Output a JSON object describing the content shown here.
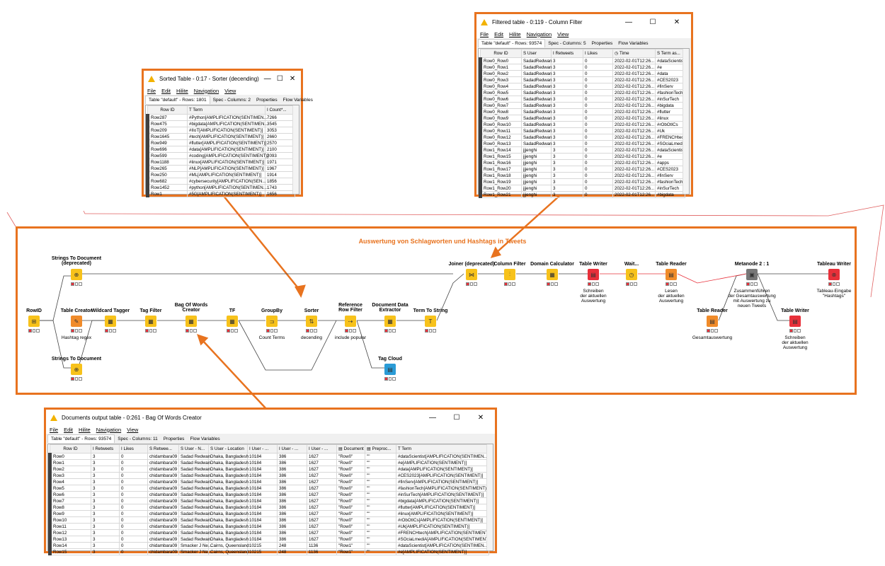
{
  "colors": {
    "accent": "#e8731f",
    "warn": "#f2b200",
    "dark_bar": "#404040",
    "link_red": "#e8303a"
  },
  "menu": [
    "File",
    "Edit",
    "Hilite",
    "Navigation",
    "View"
  ],
  "menu2": [
    "File",
    "Edit",
    "Hilite",
    "Navigation",
    "View"
  ],
  "menu3": [
    "File",
    "Edit",
    "Hilite",
    "Navigation",
    "View"
  ],
  "sorted": {
    "title": "Sorted Table - 0:17 - Sorter (decending)",
    "tabs": [
      "Table \"default\" - Rows: 1801",
      "Spec - Columns: 2",
      "Properties",
      "Flow Variables"
    ],
    "headers": [
      "Row ID",
      "Term",
      "Count*..."
    ],
    "rows": [
      [
        "Row287",
        "#Python[AMPLIFICATION(SENTIMEN...",
        "7266"
      ],
      [
        "Row475",
        "#bigdata[AMPLIFICATION(SENTIMEN...",
        "3545"
      ],
      [
        "Row209",
        "#IIoT[AMPLIFICATION(SENTIMENT)]",
        "3053"
      ],
      [
        "Row1645",
        "#tech[AMPLIFICATION(SENTIMENT)]",
        "2660"
      ],
      [
        "Row949",
        "#flutter[AMPLIFICATION(SENTIMENT)]",
        "2570"
      ],
      [
        "Row696",
        "#data[AMPLIFICATION(SENTIMENT)]",
        "2100"
      ],
      [
        "Row599",
        "#coding[AMPLIFICATION(SENTIMENT)]",
        "2093"
      ],
      [
        "Row1188",
        "#linux[AMPLIFICATION(SENTIMENT)]",
        "1971"
      ],
      [
        "Row265",
        "#NLP[AMPLIFICATION(SENTIMENT)]",
        "1967"
      ],
      [
        "Row250",
        "#ML[AMPLIFICATION(SENTIMENT)]",
        "1914"
      ],
      [
        "Row682",
        "#cybersecurity[AMPLIFICATION(SEN...",
        "1856"
      ],
      [
        "Row1452",
        "#python[AMPLIFICATION(SENTIMEN...",
        "1743"
      ],
      [
        "Row1",
        "#5G[AMPLIFICATION(SENTIMENT)]",
        "1656"
      ]
    ]
  },
  "filtered": {
    "title": "Filtered table - 0:119 - Column Filter",
    "tabs": [
      "Table \"default\" - Rows: 93574",
      "Spec - Columns: 5",
      "Properties",
      "Flow Variables"
    ],
    "headers": [
      "Row ID",
      "User",
      "Retweets",
      "Likes",
      "Time",
      "Term as..."
    ],
    "rows": [
      [
        "Row0_Row0",
        "SadadRedwan",
        "3",
        "0",
        "2022-02-01T12:26...",
        "#dataScientist"
      ],
      [
        "Row0_Row1",
        "SadadRedwan",
        "3",
        "0",
        "2022-02-01T12:26...",
        "#e"
      ],
      [
        "Row0_Row2",
        "SadadRedwan",
        "3",
        "0",
        "2022-02-01T12:26...",
        "#data"
      ],
      [
        "Row0_Row3",
        "SadadRedwan",
        "3",
        "0",
        "2022-02-01T12:26...",
        "#CES2023"
      ],
      [
        "Row0_Row4",
        "SadadRedwan",
        "3",
        "0",
        "2022-02-01T12:26...",
        "#finServ"
      ],
      [
        "Row0_Row5",
        "SadadRedwan",
        "3",
        "0",
        "2022-02-01T12:26...",
        "#fashionTech"
      ],
      [
        "Row0_Row6",
        "SadadRedwan",
        "3",
        "0",
        "2022-02-01T12:26...",
        "#inSurTech"
      ],
      [
        "Row0_Row7",
        "SadadRedwan",
        "3",
        "0",
        "2022-02-01T12:26...",
        "#bigdata"
      ],
      [
        "Row0_Row8",
        "SadadRedwan",
        "3",
        "0",
        "2022-02-01T12:26...",
        "#flutter"
      ],
      [
        "Row0_Row9",
        "SadadRedwan",
        "3",
        "0",
        "2022-02-01T12:26...",
        "#linux"
      ],
      [
        "Row0_Row10",
        "SadadRedwan",
        "3",
        "0",
        "2022-02-01T12:26...",
        "#rObOtICs"
      ],
      [
        "Row0_Row11",
        "SadadRedwan",
        "3",
        "0",
        "2022-02-01T12:26...",
        "#Uk"
      ],
      [
        "Row0_Row12",
        "SadadRedwan",
        "3",
        "0",
        "2022-02-01T12:26...",
        "#FRENCHtech"
      ],
      [
        "Row0_Row13",
        "SadadRedwan",
        "3",
        "0",
        "2022-02-01T12:26...",
        "#SOciaLmediA"
      ],
      [
        "Row1_Row14",
        "jjjenghi",
        "3",
        "0",
        "2022-02-01T12:26...",
        "#dataScientist"
      ],
      [
        "Row1_Row15",
        "jjjenghi",
        "3",
        "0",
        "2022-02-01T12:26...",
        "#e"
      ],
      [
        "Row1_Row16",
        "jjjenghi",
        "3",
        "0",
        "2022-02-01T12:26...",
        "#apps"
      ],
      [
        "Row1_Row17",
        "jjjenghi",
        "3",
        "0",
        "2022-02-01T12:26...",
        "#CES2023"
      ],
      [
        "Row1_Row18",
        "jjjenghi",
        "3",
        "0",
        "2022-02-01T12:26...",
        "#finServ"
      ],
      [
        "Row1_Row19",
        "jjjenghi",
        "3",
        "0",
        "2022-02-01T12:26...",
        "#fashionTech"
      ],
      [
        "Row1_Row20",
        "jjjenghi",
        "3",
        "0",
        "2022-02-01T12:26...",
        "#inSurTech"
      ],
      [
        "Row1_Row21",
        "jjjenghi",
        "3",
        "0",
        "2022-02-01T12:26...",
        "#bigdata"
      ]
    ]
  },
  "docs": {
    "title": "Documents output table - 0:261 - Bag Of Words Creator",
    "tabs": [
      "Table \"default\" - Rows: 93574",
      "Spec - Columns: 11",
      "Properties",
      "Flow Variables"
    ],
    "headers": [
      "Row ID",
      "Retweets",
      "Likes",
      "Retwee...",
      "User - N...",
      "User - Location",
      "User - ...",
      "User - ...",
      "User - ...",
      "Document",
      "Preproc...",
      "Term"
    ],
    "rows": [
      [
        "Row0",
        "3",
        "0",
        "chidambara09",
        "Sadad Redwan",
        "Dhaka, Bangladesh",
        "10184",
        "386",
        "1627",
        "\"Row0\"",
        "\"\"",
        "#dataScientist[AMPLIFICATION(SENTIMEN..."
      ],
      [
        "Row1",
        "3",
        "0",
        "chidambara09",
        "Sadad Redwan",
        "Dhaka, Bangladesh",
        "10184",
        "386",
        "1627",
        "\"Row0\"",
        "\"\"",
        "#e[AMPLIFICATION(SENTIMENT)]"
      ],
      [
        "Row2",
        "3",
        "0",
        "chidambara09",
        "Sadad Redwan",
        "Dhaka, Bangladesh",
        "10184",
        "386",
        "1627",
        "\"Row0\"",
        "\"\"",
        "#data[AMPLIFICATION(SENTIMENT)]"
      ],
      [
        "Row3",
        "3",
        "0",
        "chidambara09",
        "Sadad Redwan",
        "Dhaka, Bangladesh",
        "10184",
        "386",
        "1627",
        "\"Row0\"",
        "\"\"",
        "#CES2023[AMPLIFICATION(SENTIMENT)]"
      ],
      [
        "Row4",
        "3",
        "0",
        "chidambara09",
        "Sadad Redwan",
        "Dhaka, Bangladesh",
        "10184",
        "386",
        "1627",
        "\"Row0\"",
        "\"\"",
        "#finServ[AMPLIFICATION(SENTIMENT)]"
      ],
      [
        "Row5",
        "3",
        "0",
        "chidambara09",
        "Sadad Redwan",
        "Dhaka, Bangladesh",
        "10184",
        "386",
        "1627",
        "\"Row0\"",
        "\"\"",
        "#fashionTech[AMPLIFICATION(SENTIMENT)]"
      ],
      [
        "Row6",
        "3",
        "0",
        "chidambara09",
        "Sadad Redwan",
        "Dhaka, Bangladesh",
        "10184",
        "386",
        "1627",
        "\"Row0\"",
        "\"\"",
        "#inSurTech[AMPLIFICATION(SENTIMENT)]"
      ],
      [
        "Row7",
        "3",
        "0",
        "chidambara09",
        "Sadad Redwan",
        "Dhaka, Bangladesh",
        "10184",
        "386",
        "1627",
        "\"Row0\"",
        "\"\"",
        "#bigdata[AMPLIFICATION(SENTIMENT)]"
      ],
      [
        "Row8",
        "3",
        "0",
        "chidambara09",
        "Sadad Redwan",
        "Dhaka, Bangladesh",
        "10184",
        "386",
        "1627",
        "\"Row0\"",
        "\"\"",
        "#flutter[AMPLIFICATION(SENTIMENT)]"
      ],
      [
        "Row9",
        "3",
        "0",
        "chidambara09",
        "Sadad Redwan",
        "Dhaka, Bangladesh",
        "10184",
        "386",
        "1627",
        "\"Row0\"",
        "\"\"",
        "#linux[AMPLIFICATION(SENTIMENT)]"
      ],
      [
        "Row10",
        "3",
        "0",
        "chidambara09",
        "Sadad Redwan",
        "Dhaka, Bangladesh",
        "10184",
        "386",
        "1627",
        "\"Row0\"",
        "\"\"",
        "#rObOtICs[AMPLIFICATION(SENTIMENT)]"
      ],
      [
        "Row11",
        "3",
        "0",
        "chidambara09",
        "Sadad Redwan",
        "Dhaka, Bangladesh",
        "10184",
        "386",
        "1627",
        "\"Row0\"",
        "\"\"",
        "#Uk[AMPLIFICATION(SENTIMENT)]"
      ],
      [
        "Row12",
        "3",
        "0",
        "chidambara09",
        "Sadad Redwan",
        "Dhaka, Bangladesh",
        "10184",
        "386",
        "1627",
        "\"Row0\"",
        "\"\"",
        "#FRENCHtech[AMPLIFICATION(SENTIMENT)]"
      ],
      [
        "Row13",
        "3",
        "0",
        "chidambara09",
        "Sadad Redwan",
        "Dhaka, Bangladesh",
        "10184",
        "386",
        "1627",
        "\"Row0\"",
        "\"\"",
        "#SOciaLmediA[AMPLIFICATION(SENTIMENT)]"
      ],
      [
        "Row14",
        "3",
        "0",
        "chidambara09",
        "Smacker J Ne...",
        "Cairns, Queensland",
        "10215",
        "248",
        "1136",
        "\"Row1\"",
        "\"\"",
        "#dataScientist[AMPLIFICATION(SENTIMEN..."
      ],
      [
        "Row15",
        "3",
        "0",
        "chidambara09",
        "Smacker J Ne...",
        "Cairns, Queensland",
        "10215",
        "248",
        "1136",
        "\"Row1\"",
        "\"\"",
        "#e[AMPLIFICATION(SENTIMENT)]"
      ]
    ]
  },
  "workflow": {
    "title": "Auswertung von Schlagworten und Hashtags in Tweets",
    "nodes": [
      {
        "id": "rowid",
        "label": "RowID",
        "comment": ""
      },
      {
        "id": "s2d1",
        "label": "Strings To Document\n(deprecated)",
        "comment": ""
      },
      {
        "id": "tc",
        "label": "Table Creator",
        "comment": "Hashtag regex"
      },
      {
        "id": "wt",
        "label": "Wildcard Tagger",
        "comment": ""
      },
      {
        "id": "s2d2",
        "label": "Strings To Document",
        "comment": ""
      },
      {
        "id": "tf1",
        "label": "Tag Filter",
        "comment": ""
      },
      {
        "id": "bow",
        "label": "Bag Of Words\nCreator",
        "comment": ""
      },
      {
        "id": "tf",
        "label": "TF",
        "comment": ""
      },
      {
        "id": "gb",
        "label": "GroupBy",
        "comment": "Count Terms"
      },
      {
        "id": "sorter",
        "label": "Sorter",
        "comment": "decending"
      },
      {
        "id": "rrf",
        "label": "Reference\nRow Filter",
        "comment": "include popular"
      },
      {
        "id": "dde",
        "label": "Document Data\nExtractor",
        "comment": ""
      },
      {
        "id": "tts",
        "label": "Term To String",
        "comment": ""
      },
      {
        "id": "tcloud",
        "label": "Tag Cloud",
        "comment": ""
      },
      {
        "id": "joiner",
        "label": "Joiner (deprecated)",
        "comment": ""
      },
      {
        "id": "cf",
        "label": "Column Filter",
        "comment": ""
      },
      {
        "id": "dc",
        "label": "Domain Calculator",
        "comment": ""
      },
      {
        "id": "tw1",
        "label": "Table Writer",
        "comment": "Schreiben\nder aktuellen\nAuswertung"
      },
      {
        "id": "wait",
        "label": "Wait...",
        "comment": ""
      },
      {
        "id": "tr1",
        "label": "Table Reader",
        "comment": "Lesen\nder aktuellen\nAuswertung"
      },
      {
        "id": "meta",
        "label": "Metanode 2 : 1",
        "comment": "Zusammenführen\nder Gesamtauswertung\nmit Auswertung zu\nneuen Tweets"
      },
      {
        "id": "tr2",
        "label": "Table Reader",
        "comment": "Gesamtauswertung"
      },
      {
        "id": "tw2",
        "label": "Table Writer",
        "comment": "Schreiben\nder aktuellen\nAuswertung"
      },
      {
        "id": "tabw",
        "label": "Tableau Writer",
        "comment": "Tableau-Eingabe\n\"Hashtags\""
      }
    ]
  }
}
